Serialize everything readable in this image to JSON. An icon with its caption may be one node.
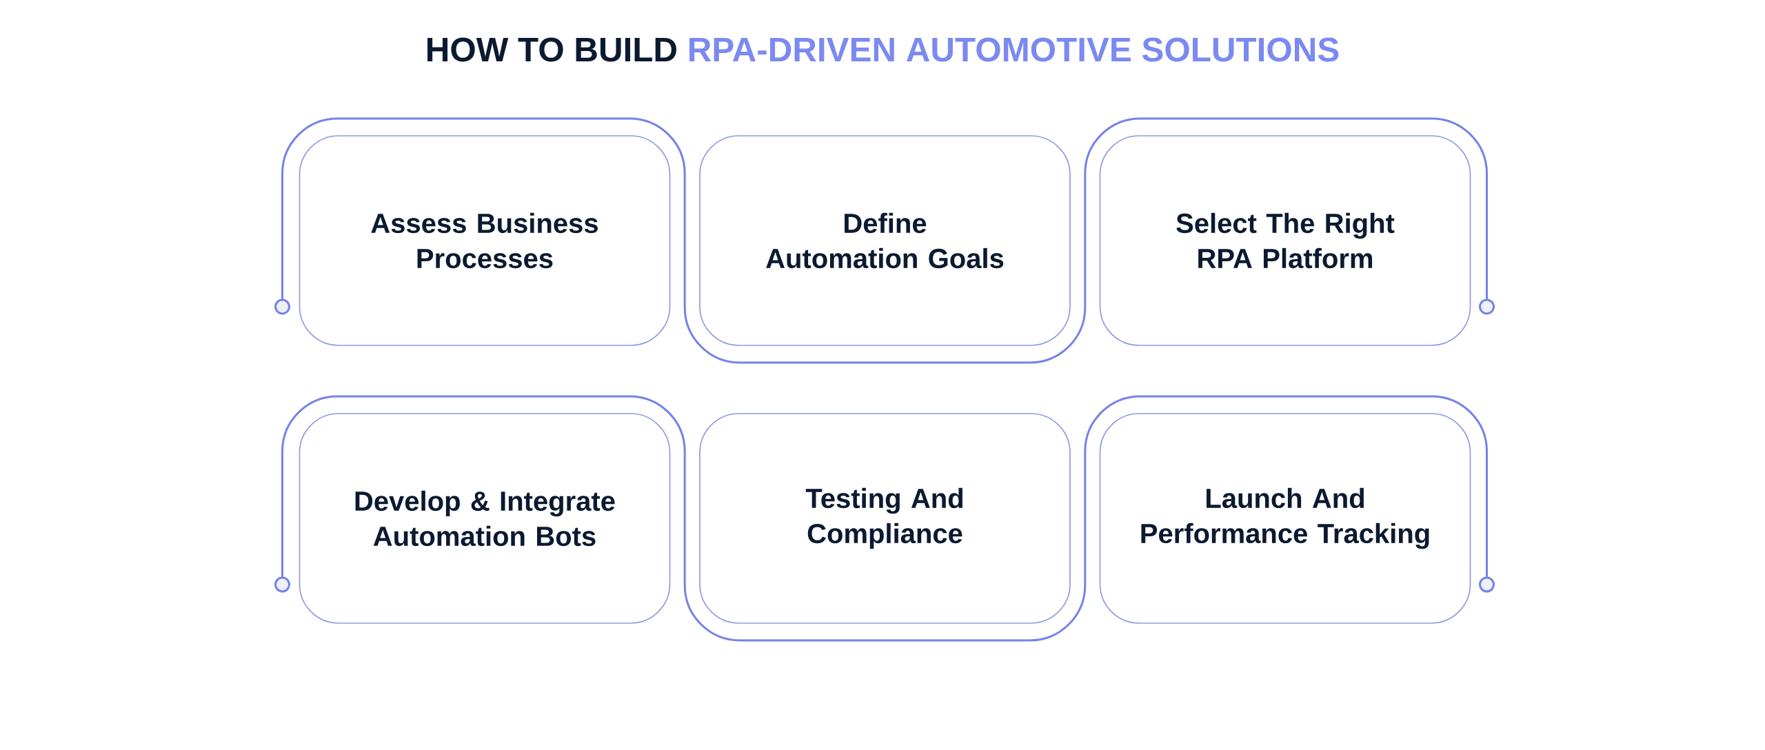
{
  "diagram": {
    "title": "HOW TO BUILD RPA-DRIVEN AUTOMOTIVE SOLUTIONS",
    "nodes": [
      {
        "text": [
          "Assess Business Processes"
        ]
      },
      {
        "text": [
          "Define Automation Goals"
        ]
      },
      {
        "text": [
          "Select The Right RPA Platform"
        ]
      },
      {
        "text": [
          "Develop & Integrate Automation Bots"
        ]
      },
      {
        "text": [
          "Testing And Compliance"
        ]
      },
      {
        "text": [
          "Launch And Performance Tracking"
        ]
      }
    ]
  }
}
